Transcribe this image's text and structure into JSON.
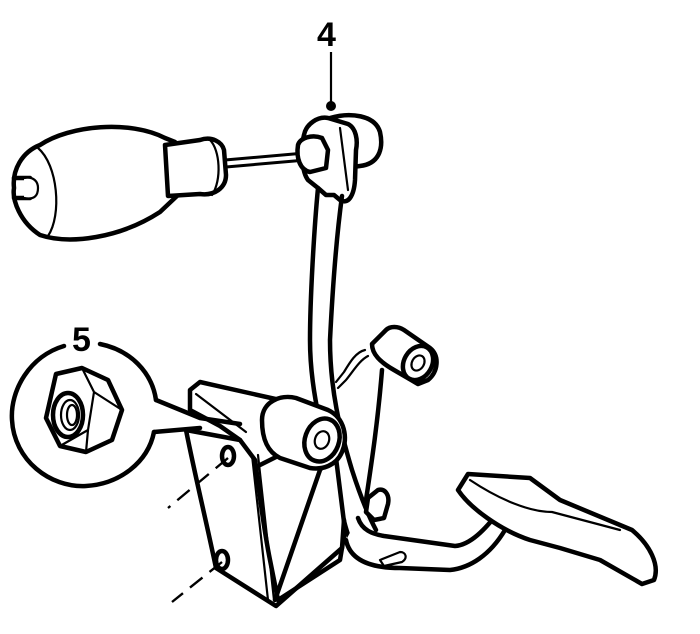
{
  "diagram": {
    "subject": "Accelerator pedal assembly with cable and mounting bracket",
    "background_color": "#ffffff",
    "line_color": "#000000",
    "callouts": [
      {
        "number": "4",
        "target": "cable end / pedal lever clip"
      },
      {
        "number": "5",
        "target": "self-locking nut (detail view)"
      }
    ],
    "components": [
      {
        "id": "cable-ferrule",
        "description": "cable outer ferrule / grommet"
      },
      {
        "id": "inner-cable",
        "description": "inner accelerator cable"
      },
      {
        "id": "pedal-lever",
        "description": "pedal arm lever"
      },
      {
        "id": "pivot-bush-upper",
        "description": "upper pivot bush"
      },
      {
        "id": "pivot-bush-lower",
        "description": "lower pivot bush"
      },
      {
        "id": "mounting-bracket",
        "description": "pedal mounting bracket"
      },
      {
        "id": "pedal-pad",
        "description": "accelerator pedal pad"
      },
      {
        "id": "nut-detail",
        "description": "nut in magnified circle"
      }
    ]
  }
}
